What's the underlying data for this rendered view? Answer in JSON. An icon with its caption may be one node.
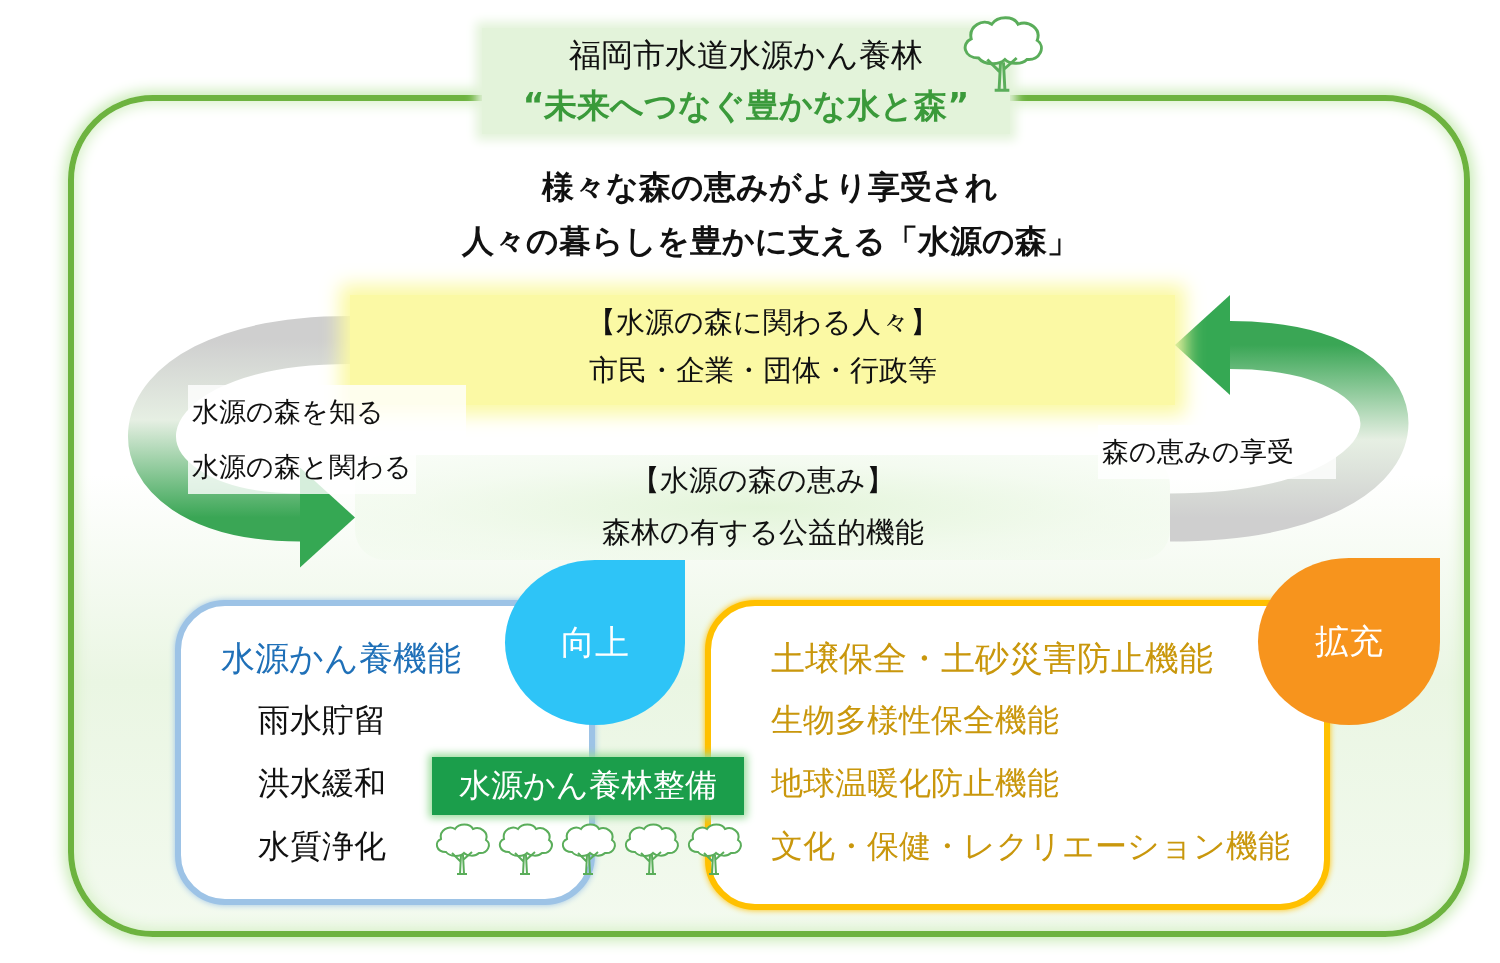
{
  "diagram": {
    "title": "福岡市水道水源かん養林",
    "nodes": [
      {
        "text": [
          "様々な森の恵みがより享受され",
          "人々の暮らしを豊かに支える「水源の森」"
        ]
      },
      {
        "text": [
          "【水源の森に関わる人々】",
          "市民・企業・団体・行政等"
        ],
        "in": 0
      },
      {
        "text": [
          "【水源の森の恵み】",
          "森林の有する公益的機能"
        ],
        "in": 0
      },
      {
        "text": [
          "水源かん養機能",
          "雨水貯留",
          "洪水緩和",
          "水質浄化"
        ],
        "in": 0
      },
      {
        "text": [
          "向上"
        ],
        "in": 0
      },
      {
        "text": [
          "土壌保全・土砂災害防止機能",
          "生物多様性保全機能",
          "地球温暖化防止機能",
          "文化・保健・レクリエーション機能"
        ],
        "in": 0
      },
      {
        "text": [
          "拡充"
        ],
        "in": 0
      },
      {
        "text": [
          "水源かん養林整備"
        ],
        "in": 0
      }
    ],
    "edges": [
      {
        "from": 1,
        "to": 2,
        "arrow": "to",
        "label": "水源の森を知る"
      },
      {
        "from": 2,
        "to": 1,
        "arrow": "to",
        "label": "森の恵みの享受"
      }
    ],
    "labels": [
      "“未来へつなぐ豊かな水と森”",
      "水源の森と関わる"
    ]
  }
}
